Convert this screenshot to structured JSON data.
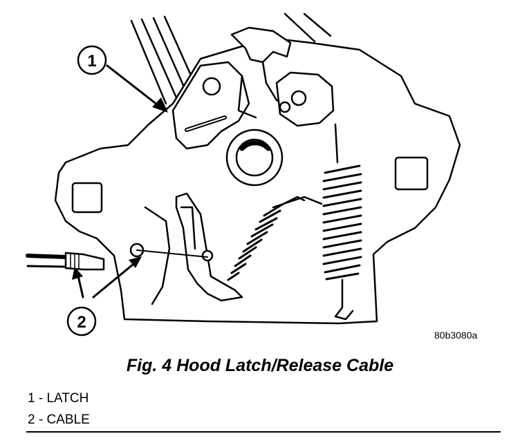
{
  "figure": {
    "callouts": [
      {
        "number": "1"
      },
      {
        "number": "2"
      }
    ],
    "image_code": "80b3080a"
  },
  "caption": "Fig. 4 Hood Latch/Release Cable",
  "legend": [
    "1 - LATCH",
    "2 - CABLE"
  ]
}
